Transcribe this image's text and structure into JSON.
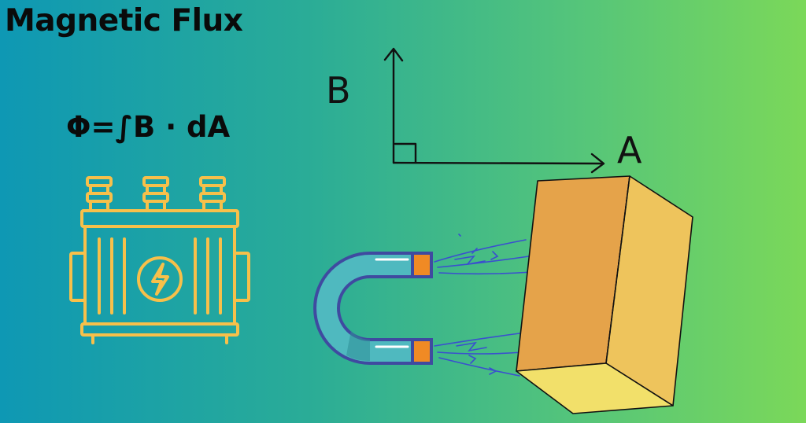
{
  "title": "Magnetic Flux",
  "formula": "Φ=∫B · dA",
  "axes": {
    "vertical_label": "B",
    "horizontal_label": "A"
  },
  "icons": {
    "transformer": "transformer-icon",
    "lightning": "lightning-bolt-icon",
    "magnet": "horseshoe-magnet-icon",
    "block": "rectangular-block-icon"
  },
  "colors": {
    "gradient_left": "#0e98b4",
    "gradient_right": "#7bd859",
    "transformer_stroke": "#f7c04a",
    "magnet_body": "#4fb9bf",
    "magnet_outline": "#3f4aa0",
    "magnet_tips": "#f08a24",
    "field_lines": "#3a4fcf",
    "block_front": "#e5a34a",
    "block_side": "#eec45c",
    "block_bottom": "#f2e06a"
  }
}
